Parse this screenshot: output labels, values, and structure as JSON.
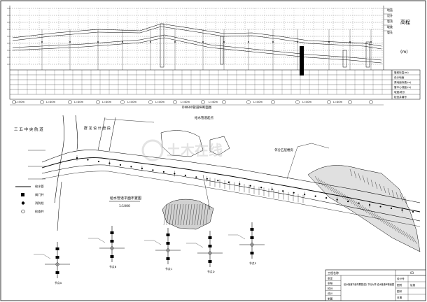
{
  "profile": {
    "right_labels": [
      "地面",
      "设计",
      "管顶",
      "坡度",
      "管长"
    ],
    "side_title": "高程",
    "side_unit": "(m)",
    "table_rows": [
      "管底标高(m)",
      "设计地面",
      "原地面标高(m)",
      "管中心线距(m)",
      "坡度/坡长",
      "检查井编号"
    ],
    "segment_lengths": [
      "L=50m",
      "L=40m",
      "L=40m",
      "L=40m",
      "L=40m",
      "L=40m",
      "L=40m",
      "L=40m",
      "L=40m",
      "L=40m",
      "L=40m"
    ],
    "caption": "DN600管道纵断面图"
  },
  "plan": {
    "labels": {
      "canal_left": "三 五 中 央 航 道",
      "road": "群 龙 设 计 管 段",
      "building_upper": "给水管道起点",
      "building_right": "邻分五层楼房",
      "main_title": "给水管道平面布置图",
      "scale": "1:1000"
    }
  },
  "legend": {
    "items": [
      "给水管",
      "阀门井",
      "消防栓",
      "检查井"
    ]
  },
  "details": [
    {
      "label": "节点A"
    },
    {
      "label": "节点B"
    },
    {
      "label": "节点C"
    },
    {
      "label": "节点D"
    },
    {
      "label": "节点E"
    }
  ],
  "title_block": {
    "project_label": "工程名称",
    "drawing_name": "给水管道平面布置图(四) 节点大样 给水管道纵断面图",
    "rows_left": [
      "审定",
      "审核",
      "校对",
      "设计",
      "制图"
    ],
    "rows_right": [
      "设计号",
      "图别",
      "图号",
      "日期"
    ],
    "values_right": [
      "",
      "给施",
      "",
      ""
    ],
    "sheet_no": "03"
  },
  "watermark": "土木在线",
  "colors": {
    "line": "#000000",
    "background": "#ffffff",
    "watermark": "#c8c8c8"
  }
}
